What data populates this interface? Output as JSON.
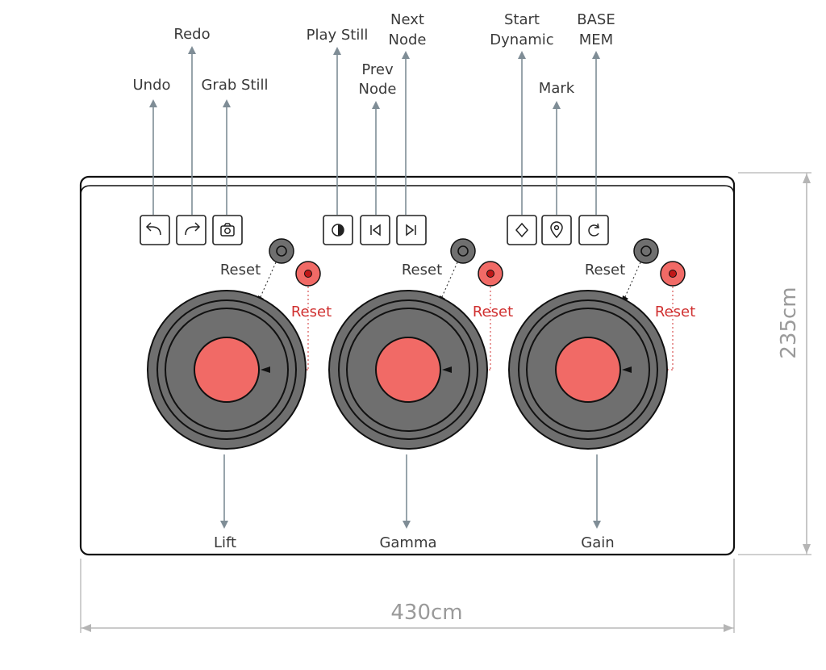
{
  "button_labels": {
    "undo": "Undo",
    "redo": "Redo",
    "grab_still": "Grab Still",
    "play_still": "Play Still",
    "prev_node": [
      "Prev",
      "Node"
    ],
    "next_node": [
      "Next",
      "Node"
    ],
    "start_dynamic": [
      "Start",
      "Dynamic"
    ],
    "mark": "Mark",
    "base_mem": [
      "BASE",
      "MEM"
    ]
  },
  "ball_controls": [
    {
      "name": "Lift",
      "reset_grey": "Reset",
      "reset_red": "Reset"
    },
    {
      "name": "Gamma",
      "reset_grey": "Reset",
      "reset_red": "Reset"
    },
    {
      "name": "Gain",
      "reset_grey": "Reset",
      "reset_red": "Reset"
    }
  ],
  "dimensions": {
    "width": "430cm",
    "height": "235cm"
  },
  "colors": {
    "ball_fill": "#f16a66",
    "ring_fill": "#6f6f6f",
    "reset_red": "#f16a66",
    "reset_grey": "#6f6f6f",
    "arrow": "#7f8d96"
  }
}
